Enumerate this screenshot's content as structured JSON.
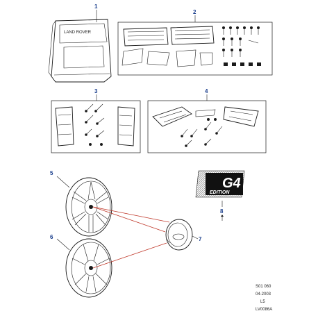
{
  "callouts": {
    "c1": "1",
    "c2": "2",
    "c3": "3",
    "c4": "4",
    "c5": "5",
    "c6": "6",
    "c7": "7",
    "c8": "8"
  },
  "bar_lettering": "LAND ROVER",
  "badge": {
    "line1": "G4",
    "line2": "EDITION"
  },
  "reference": {
    "code": "S01 060",
    "date": "04-2003",
    "line": "L5",
    "illustration": "LV0086A"
  },
  "colors": {
    "callout": "#1a3e8c",
    "leader_red": "#c0392b",
    "line": "#1a1a1a"
  }
}
